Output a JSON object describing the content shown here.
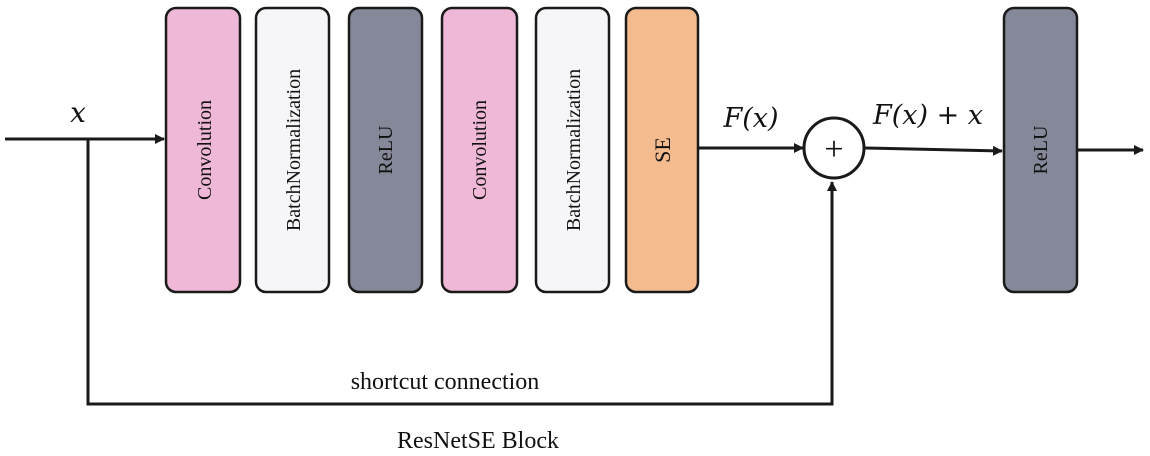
{
  "input_label": "x",
  "fx_label": "F(x)",
  "sum_label": "F(x) + x",
  "plus_symbol": "+",
  "shortcut_label": "shortcut connection",
  "caption": "ResNetSE Block",
  "blocks": [
    {
      "label": "Convolution",
      "fill": "#efb8d6"
    },
    {
      "label": "BatchNormalization",
      "fill": "#f6f6f8"
    },
    {
      "label": "ReLU",
      "fill": "#858898"
    },
    {
      "label": "Convolution",
      "fill": "#efb8d6"
    },
    {
      "label": "BatchNormalization",
      "fill": "#f6f6f8"
    },
    {
      "label": "SE",
      "fill": "#f4bb8f"
    },
    {
      "label": "ReLU",
      "fill": "#858898"
    }
  ],
  "colors": {
    "stroke": "#1a1a1a",
    "text": "#111111"
  }
}
